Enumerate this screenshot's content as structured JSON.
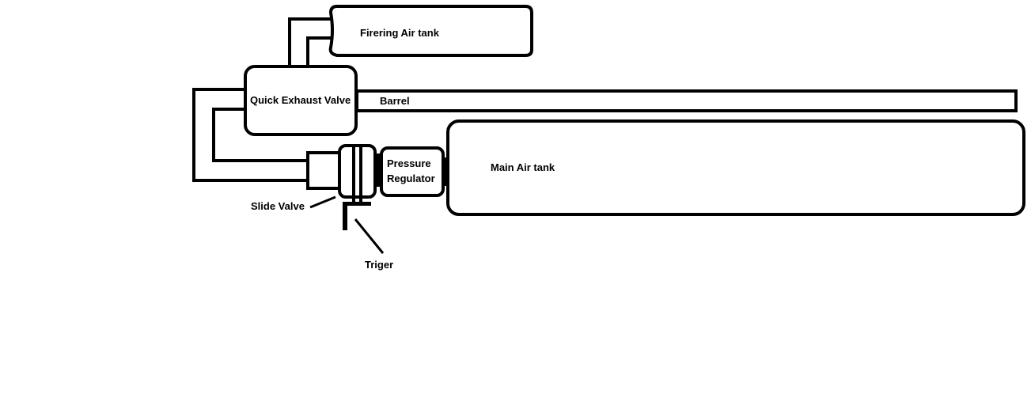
{
  "labels": {
    "firing_tank": "Firering Air tank",
    "quick_exhaust_valve": "Quick Exhaust Valve",
    "barrel": "Barrel",
    "pressure_regulator_line1": "Pressure",
    "pressure_regulator_line2": "Regulator",
    "main_air_tank": "Main Air tank",
    "slide_valve": "Slide Valve",
    "trigger": "Triger"
  },
  "colors": {
    "line": "#000000",
    "background": "#ffffff"
  }
}
